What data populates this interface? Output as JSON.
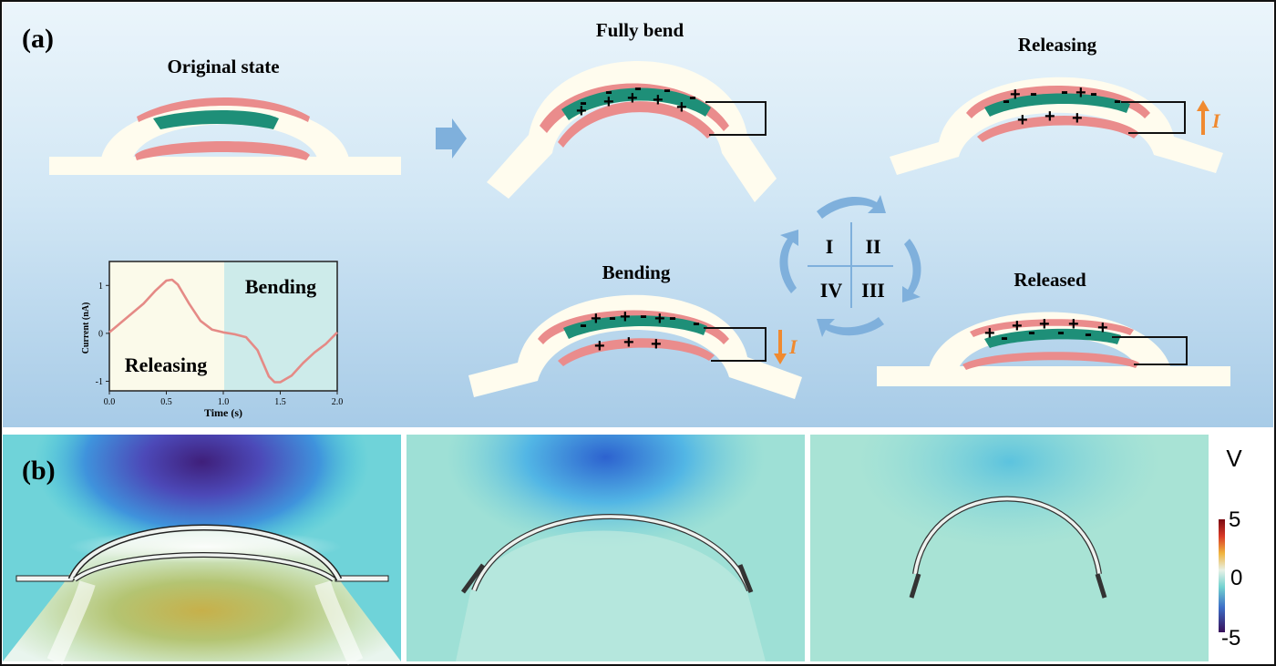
{
  "panel_a": {
    "label": "(a)",
    "states": {
      "original": "Original state",
      "fully_bend": "Fully bend",
      "releasing": "Releasing",
      "bending": "Bending",
      "released": "Released"
    },
    "current_symbol": "I",
    "cycle": {
      "q1": "I",
      "q2": "II",
      "q3": "III",
      "q4": "IV"
    },
    "inset": {
      "ylabel": "Current (nA)",
      "xlabel": "Time (s)",
      "xticks": [
        "0.0",
        "0.5",
        "1.0",
        "1.5",
        "2.0"
      ],
      "yticks": [
        "1",
        "0",
        "-1"
      ],
      "region_left": "Releasing",
      "region_right": "Bending"
    }
  },
  "panel_b": {
    "label": "(b)",
    "colorbar": {
      "unit": "V",
      "max": "5",
      "mid": "0",
      "min": "-5"
    }
  },
  "chart_data": {
    "type": "line",
    "xlabel": "Time (s)",
    "ylabel": "Current (nA)",
    "xlim": [
      0,
      2
    ],
    "ylim": [
      -1.2,
      1.5
    ],
    "x": [
      0.0,
      0.1,
      0.2,
      0.3,
      0.4,
      0.5,
      0.55,
      0.6,
      0.7,
      0.8,
      0.9,
      1.0,
      1.1,
      1.2,
      1.3,
      1.4,
      1.45,
      1.5,
      1.6,
      1.7,
      1.8,
      1.9,
      2.0
    ],
    "y": [
      0.02,
      0.22,
      0.42,
      0.62,
      0.88,
      1.1,
      1.12,
      1.02,
      0.62,
      0.26,
      0.08,
      0.02,
      -0.02,
      -0.08,
      -0.35,
      -0.9,
      -1.02,
      -1.02,
      -0.88,
      -0.62,
      -0.4,
      -0.22,
      0.02
    ],
    "colors": {
      "line": "#e58a86"
    }
  },
  "colors": {
    "panel_a_bg_top": "#dfeef8",
    "panel_a_bg_bottom": "#a9cbe6",
    "shell": "#fffcee",
    "electrode": "#ea8c8c",
    "dielectric": "#1e8f78",
    "arrow_current": "#f08a30",
    "cycle_arrows": "#7fb0dc"
  }
}
